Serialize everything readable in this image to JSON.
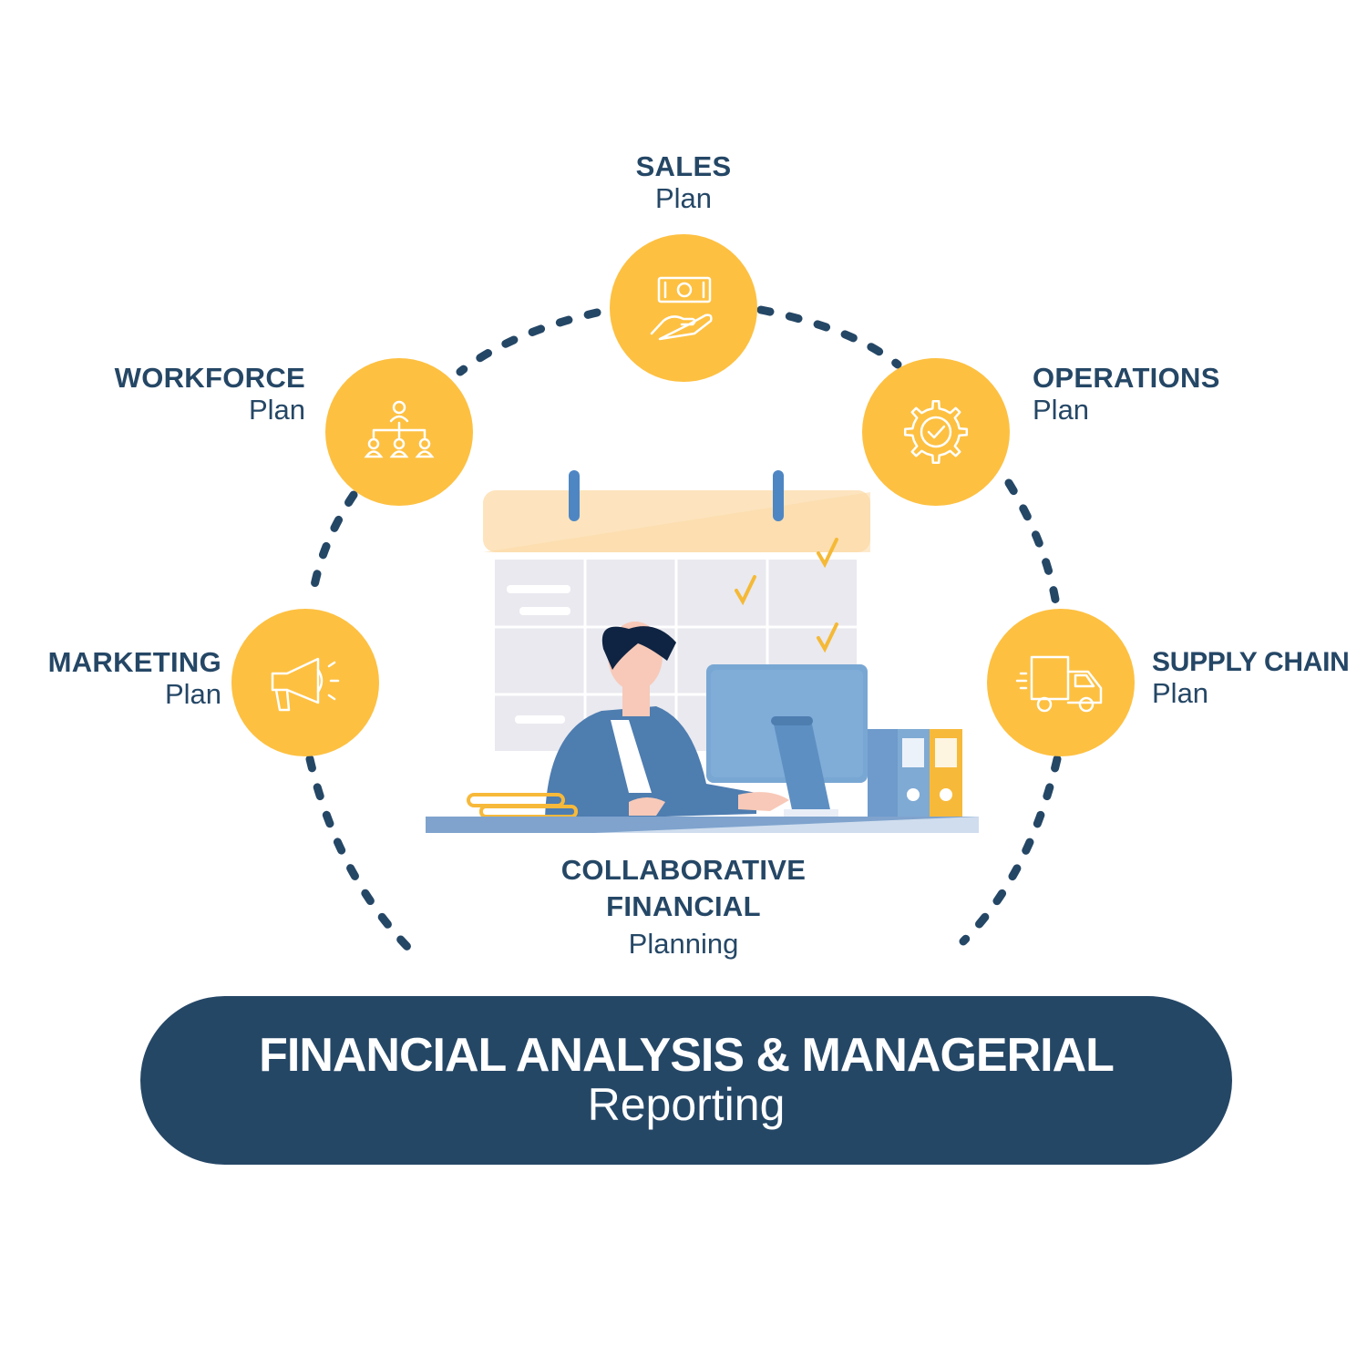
{
  "colors": {
    "navy": "#254766",
    "yellow": "#FDC041",
    "icon_stroke": "#ffffff",
    "calendar_header": "#FDE4BE",
    "monitor_blue": "#79A7D3",
    "jacket_blue": "#4E7DB0"
  },
  "plans": [
    {
      "id": "sales",
      "title": "SALES",
      "subtitle": "Plan",
      "icon": "money-hand-icon"
    },
    {
      "id": "workforce",
      "title": "WORKFORCE",
      "subtitle": "Plan",
      "icon": "org-chart-icon"
    },
    {
      "id": "operations",
      "title": "OPERATIONS",
      "subtitle": "Plan",
      "icon": "gear-check-icon"
    },
    {
      "id": "marketing",
      "title": "MARKETING",
      "subtitle": "Plan",
      "icon": "megaphone-icon"
    },
    {
      "id": "supply",
      "title": "SUPPLY CHAIN",
      "subtitle": "Plan",
      "icon": "delivery-truck-icon"
    }
  ],
  "center": {
    "line1": "COLLABORATIVE",
    "line2": "FINANCIAL",
    "line3": "Planning",
    "illustration": "person-at-computer-illustration"
  },
  "banner": {
    "title": "FINANCIAL ANALYSIS & MANAGERIAL",
    "subtitle": "Reporting"
  }
}
